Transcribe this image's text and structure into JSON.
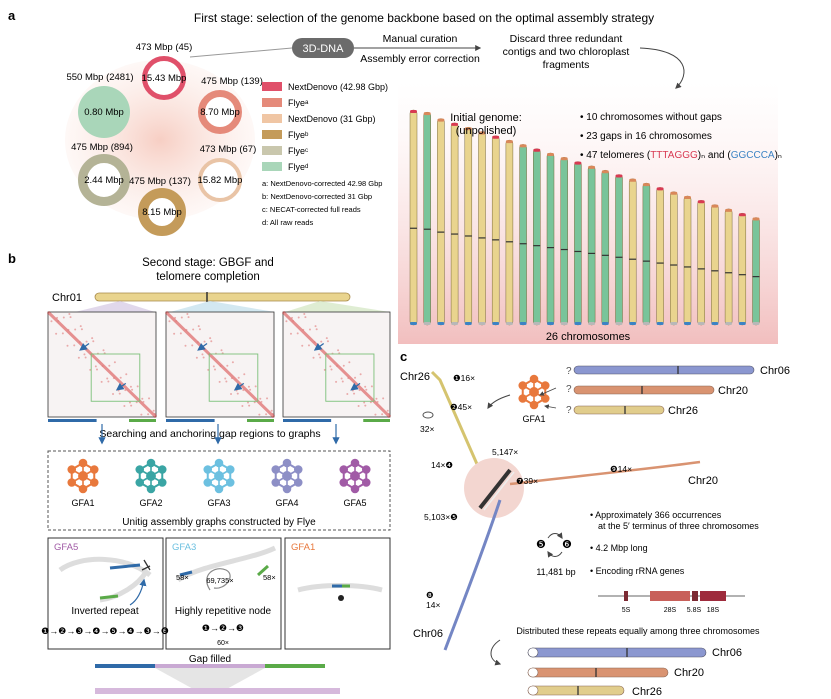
{
  "panel_a": {
    "letter": "a",
    "title": "First stage: selection of the genome backbone based on the optimal assembly strategy",
    "pipeline": {
      "box": "3D-DNA",
      "step_top": "Manual curation",
      "step_bottom": "Assembly error correction",
      "result_line1": "Discard three redundant",
      "result_line2": "contigs and two chloroplast",
      "result_line3": "fragments"
    },
    "circles": [
      {
        "total": "473 Mbp (45)",
        "inner": "15.43 Mbp",
        "color": "#e0506a"
      },
      {
        "total": "550 Mbp (2481)",
        "inner": "0.80 Mbp",
        "color": "#a9d6b9"
      },
      {
        "total": "475 Mbp (139)",
        "inner": "8.70 Mbp",
        "color": "#e58a7a"
      },
      {
        "total": "475 Mbp (894)",
        "inner": "2.44 Mbp",
        "color": "#b4b396"
      },
      {
        "total": "475 Mbp (137)",
        "inner": "8.15 Mbp",
        "color": "#c49b5a"
      },
      {
        "total": "473 Mbp (67)",
        "inner": "15.82 Mbp",
        "color": "#e9c4a6"
      }
    ],
    "legend": [
      {
        "label": "NextDenovo (42.98 Gbp)",
        "color": "#e0506a"
      },
      {
        "label": "Flyeᵃ",
        "color": "#e58a7a"
      },
      {
        "label": "NextDenovo (31 Gbp)",
        "color": "#f0c6a4"
      },
      {
        "label": "Flyeᵇ",
        "color": "#c49b5a"
      },
      {
        "label": "Flyeᶜ",
        "color": "#c9c7ad"
      },
      {
        "label": "Flyeᵈ",
        "color": "#a9d6b9"
      }
    ],
    "footnotes": [
      "a: NextDenovo-corrected 42.98 Gbp",
      "b: NextDenovo-corrected 31 Gbp",
      "c: NECAT-corrected full reads",
      "d: All raw reads"
    ],
    "genome": {
      "title_line1": "Initial genome:",
      "title_line2": "(unpolished)",
      "bullet1": "10 chromosomes without gaps",
      "bullet2": "23 gaps in 16 chromosomes",
      "bullet3_prefix": "47 telomeres (",
      "motif1": "TTTAGGG",
      "bullet3_mid": ")ₙ and (",
      "motif2": "GGCCCA",
      "bullet3_suffix": ")ₙ",
      "footer": "26 chromosomes"
    },
    "chromosome_lengths": [
      1.0,
      0.99,
      0.96,
      0.94,
      0.92,
      0.9,
      0.88,
      0.86,
      0.84,
      0.82,
      0.8,
      0.78,
      0.76,
      0.74,
      0.72,
      0.7,
      0.68,
      0.66,
      0.64,
      0.62,
      0.6,
      0.58,
      0.56,
      0.54,
      0.52,
      0.5
    ],
    "chromosome_types": [
      "y",
      "g",
      "y",
      "y",
      "y",
      "y",
      "y",
      "y",
      "g",
      "g",
      "g",
      "g",
      "g",
      "g",
      "g",
      "g",
      "y",
      "g",
      "y",
      "y",
      "y",
      "y",
      "y",
      "y",
      "y",
      "g"
    ]
  },
  "panel_b": {
    "letter": "b",
    "title_line1": "Second stage: GBGF and",
    "title_line2": "telomere completion",
    "chr_label": "Chr01",
    "search_text": "Searching and anchoring gap regions to graphs",
    "graphs": [
      {
        "name": "GFA1",
        "color": "#e8783c"
      },
      {
        "name": "GFA2",
        "color": "#3aa5a4"
      },
      {
        "name": "GFA3",
        "color": "#6cc0e0"
      },
      {
        "name": "GFA4",
        "color": "#8d8fc6"
      },
      {
        "name": "GFA5",
        "color": "#a15ba6"
      }
    ],
    "graphs_caption": "Unitig assembly graphs constructed by Flye",
    "sub": [
      {
        "label": "GFA5",
        "note": "Inverted repeat",
        "path": "❶→❷→❸→❹→❺→❹→❸→❻",
        "color": "#a15ba6"
      },
      {
        "label": "GFA3",
        "note": "Highly repetitive node",
        "num_left": "58×",
        "num_mid": "69,735×",
        "num_right": "58×",
        "path": "❶→❷→❸",
        "loop": "60×",
        "color": "#6cc0e0"
      },
      {
        "label": "GFA1",
        "color": "#e8783c"
      }
    ],
    "gap_filled": "Gap filled"
  },
  "panel_c": {
    "letter": "c",
    "chr_top": "Chr26",
    "chr_bottom": "Chr06",
    "chr_right": "Chr20",
    "gfa_label": "GFA1",
    "targets": [
      "Chr06",
      "Chr20",
      "Chr26"
    ],
    "counts": {
      "n1": "16×",
      "n2": "45×",
      "n3": "32×",
      "n4": "14×",
      "n5": "5,103×",
      "n6": "5,147×",
      "n7": "39×",
      "n8": "14×",
      "n9": "14×"
    },
    "bullets": [
      "Approximately 366 occurrences",
      "at the 5′ terminus of three chromosomes",
      "4.2 Mbp long",
      "Encoding rRNA genes"
    ],
    "loop_len": "11,481 bp",
    "rrna": [
      "5S",
      "28S",
      "5.8S",
      "18S"
    ],
    "distributed": "Distributed these repeats equally among three chromosomes",
    "final": [
      "Chr06",
      "Chr20",
      "Chr26"
    ],
    "question": "?"
  },
  "colors": {
    "chr_yellow": "#e9d48e",
    "chr_green": "#79c49a",
    "chr_blue": "#8b97d0",
    "chr_salmon": "#d99371",
    "chr_beige": "#ddc98c",
    "accent_red": "#d83a52",
    "accent_blue": "#3c83c4"
  }
}
